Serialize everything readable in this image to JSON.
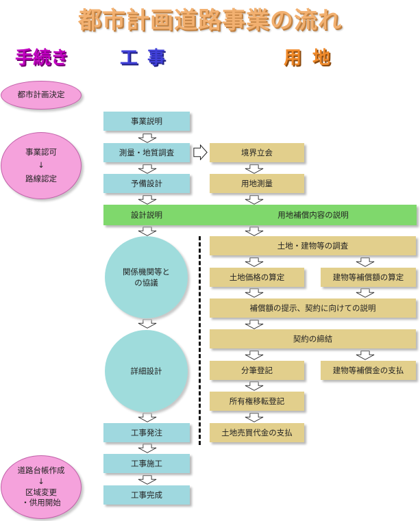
{
  "title": "都市計画道路事業の流れ",
  "column_headers": {
    "procedures": "手続き",
    "construction": "工事",
    "land": "用地"
  },
  "procedures": {
    "plan_decision": "都市計画決定",
    "project_approval": "事業認可",
    "approval_arrow": "↓",
    "route_designation": "路線認定",
    "ledger_creation": "道路台帳作成",
    "ledger_arrow": "↓",
    "area_change": "区域変更",
    "service_start": "・供用開始"
  },
  "construction": {
    "project_explanation": "事業説明",
    "survey": "測量・地質調査",
    "preliminary_design": "予備設計",
    "design_explanation": "設計説明",
    "agency_consultation_line1": "関係機関等と",
    "agency_consultation_line2": "の協議",
    "detailed_design": "詳細設計",
    "order": "工事発注",
    "execution": "工事施工",
    "completion": "工事完成"
  },
  "land": {
    "boundary_witness": "境界立会",
    "land_survey": "用地測量",
    "compensation_explanation": "用地補償内容の説明",
    "investigation": "土地・建物等の調査",
    "land_price": "土地価格の算定",
    "building_compensation_calc": "建物等補償額の算定",
    "compensation_offer": "補償額の提示、契約に向けての説明",
    "contract": "契約の締結",
    "subdivision_registration": "分筆登記",
    "building_compensation_payment": "建物等補償金の支払",
    "ownership_transfer": "所有権移転登記",
    "land_payment": "土地売買代金の支払"
  }
}
